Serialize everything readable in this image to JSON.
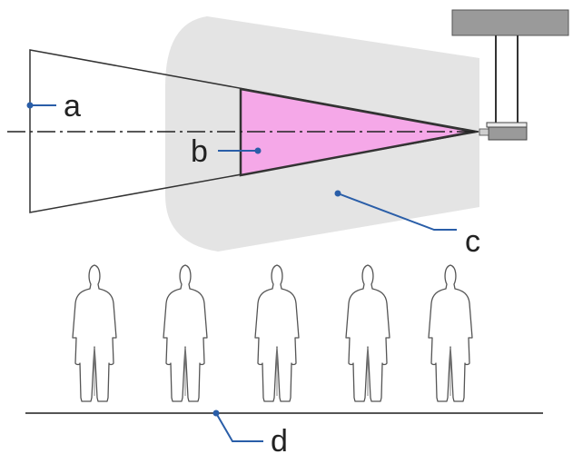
{
  "labels": {
    "a": "a",
    "b": "b",
    "c": "c",
    "d": "d"
  },
  "colors": {
    "safety_zone_fill": "#e4e4e4",
    "hazard_zone_fill": "#f5a8e8",
    "ceiling_fill": "#9a9a9a",
    "leader_line": "#2a5ea8",
    "outline": "#333333"
  },
  "people_count": 5
}
